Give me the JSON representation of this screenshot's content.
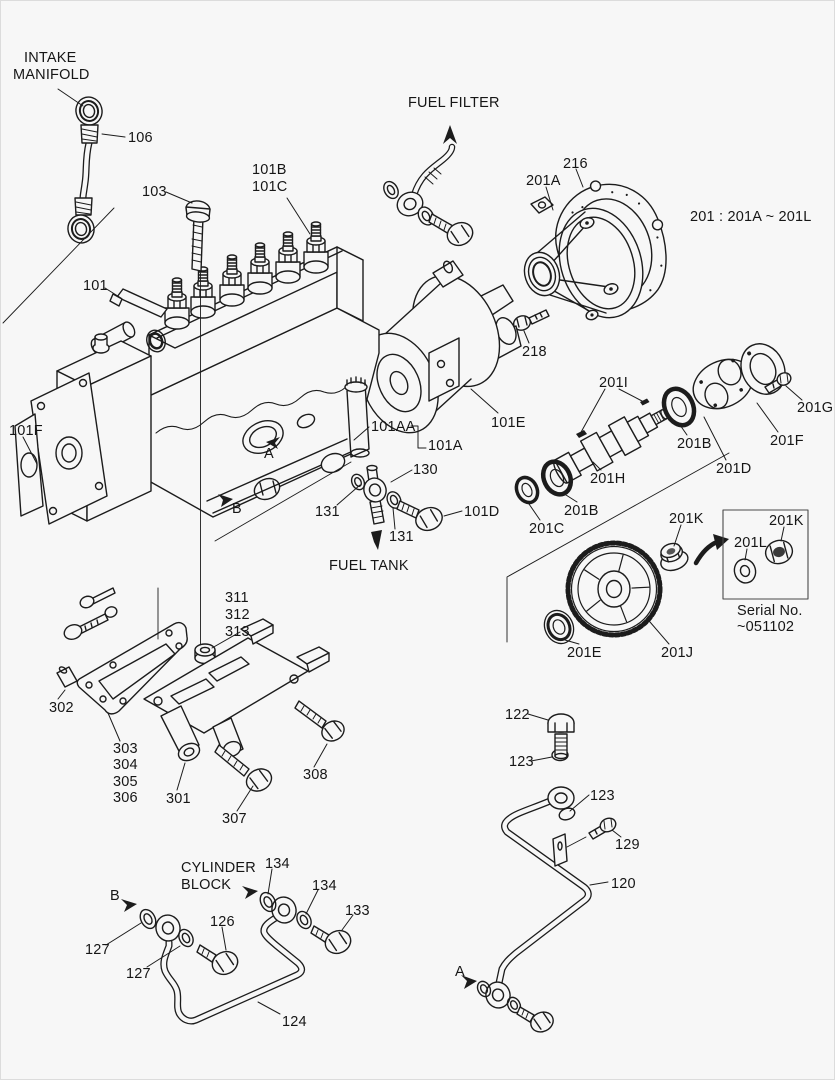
{
  "figure": {
    "background": "#f7f7f7",
    "ink": "#1c1c1c",
    "description": "Exploded parts diagram of a diesel fuel injection pump assembly",
    "labels": [
      "INTAKE",
      "MANIFOLD",
      "106",
      "103",
      "101B",
      "101C",
      "FUEL FILTER",
      "201A",
      "216",
      "201 : 201A ~ 201L",
      "101",
      "218",
      "101E",
      "201I",
      "201G",
      "201B",
      "201F",
      "201D",
      "201H",
      "201B",
      "201C",
      "201K",
      "201L",
      "201K",
      "Serial No.",
      "~051102",
      "201E",
      "201J",
      "101F",
      "A",
      "B",
      "101AA",
      "101A",
      "130",
      "131",
      "131",
      "101D",
      "FUEL TANK",
      "311",
      "312",
      "313",
      "302",
      "303",
      "304",
      "305",
      "306",
      "301",
      "307",
      "308",
      "CYLINDER",
      "BLOCK",
      "B",
      "134",
      "134",
      "133",
      "126",
      "127",
      "127",
      "124",
      "122",
      "123",
      "123",
      "129",
      "120",
      "A"
    ],
    "icons": [
      {
        "name": "fuel-filter-up-arrow",
        "shape": "filled triangle up"
      },
      {
        "name": "fuel-tank-down-arrow",
        "shape": "filled triangle down"
      },
      {
        "name": "view-a-arrow-pump",
        "shape": "filled pointer"
      },
      {
        "name": "view-b-arrow-pump",
        "shape": "filled pointer"
      },
      {
        "name": "view-b-arrow-pipe",
        "shape": "filled pointer"
      },
      {
        "name": "cylinder-block-arrow",
        "shape": "filled pointer"
      },
      {
        "name": "view-a-arrow-pipe",
        "shape": "filled pointer"
      },
      {
        "name": "assembly-curved-arrow",
        "shape": "thick curved arrow"
      }
    ]
  }
}
